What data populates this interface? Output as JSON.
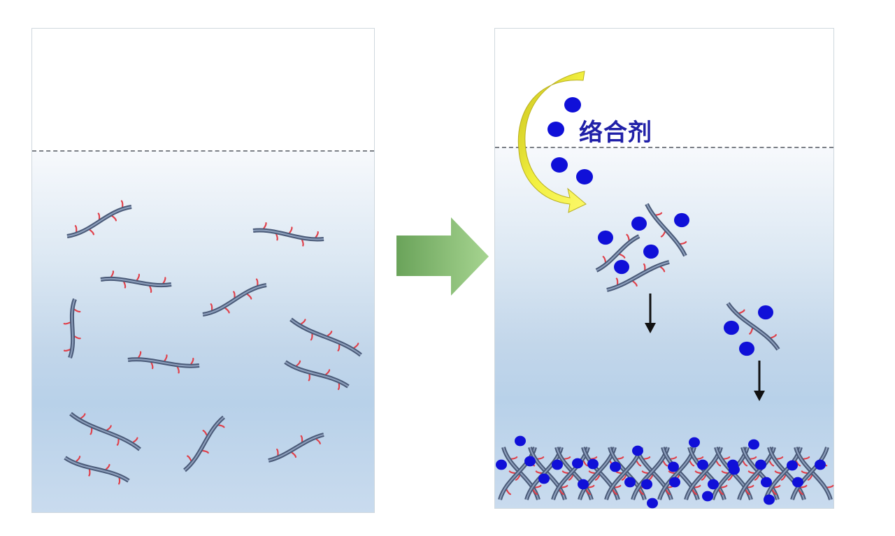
{
  "diagram": {
    "title": "",
    "panels": [
      {
        "id": "before",
        "description_label": ""
      },
      {
        "id": "after",
        "description_label": ""
      }
    ],
    "agent_label": "络合剂",
    "colors": {
      "chain": "#4a5a78",
      "chain_highlight": "#8ea0bd",
      "side_group": "#e0404a",
      "agent_ball": "#1010d8",
      "curved_arrow": "#e8e830",
      "transition_arrow": "#7cb86a",
      "surface_line": "#7b7f86",
      "text": "#2020a8"
    },
    "icons": {
      "transition": "right-arrow-icon",
      "add_agent": "curved-arrow-icon",
      "settle": "down-arrow-icon"
    }
  }
}
